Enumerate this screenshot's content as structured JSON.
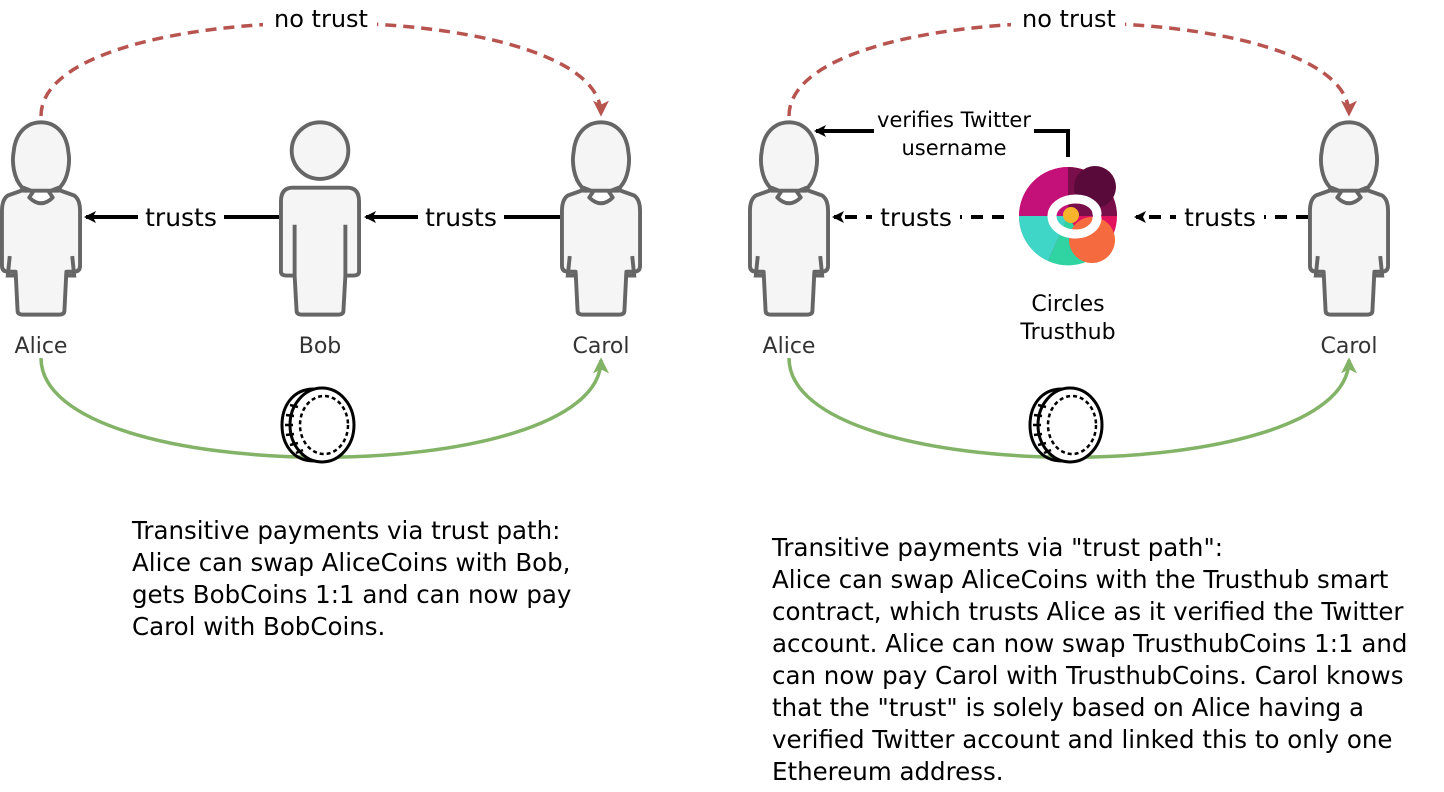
{
  "left": {
    "persons": [
      {
        "name": "Alice",
        "figure": "female"
      },
      {
        "name": "Bob",
        "figure": "male"
      },
      {
        "name": "Carol",
        "figure": "female"
      }
    ],
    "labels": {
      "no_trust": "no trust",
      "trust_1": "trusts",
      "trust_2": "trusts"
    },
    "description": [
      "Transitive payments via trust path:",
      "Alice can swap AliceCoins with Bob,",
      "gets BobCoins 1:1 and can now pay",
      "Carol with BobCoins."
    ]
  },
  "right": {
    "persons": [
      {
        "name": "Alice",
        "figure": "female"
      },
      {
        "name": "Carol",
        "figure": "female"
      }
    ],
    "trusthub": {
      "line1": "Circles",
      "line2": "Trusthub",
      "logo_icon": "circles-logo-icon"
    },
    "labels": {
      "no_trust": "no trust",
      "verifies_line1": "verifies Twitter",
      "verifies_line2": "username",
      "trust_1": "trusts",
      "trust_2": "trusts"
    },
    "description": [
      "Transitive payments via \"trust path\":",
      "Alice can swap AliceCoins with the Trusthub smart",
      "contract, which trusts Alice as it verified the Twitter",
      "account. Alice can now swap TrusthubCoins 1:1 and",
      "can now pay Carol with TrusthubCoins. Carol knows",
      "that the \"trust\" is solely based on Alice having a",
      "verified Twitter account and linked this to only one",
      "Ethereum address."
    ]
  },
  "colors": {
    "no_trust_arrow": "#b85450",
    "payment_arrow": "#82b366",
    "person_fill": "#f5f5f5",
    "person_stroke": "#666666",
    "arrow": "#000000"
  },
  "icons": {
    "coin": "coin-icon",
    "person_female": "female-person-icon",
    "person_male": "male-person-icon"
  }
}
